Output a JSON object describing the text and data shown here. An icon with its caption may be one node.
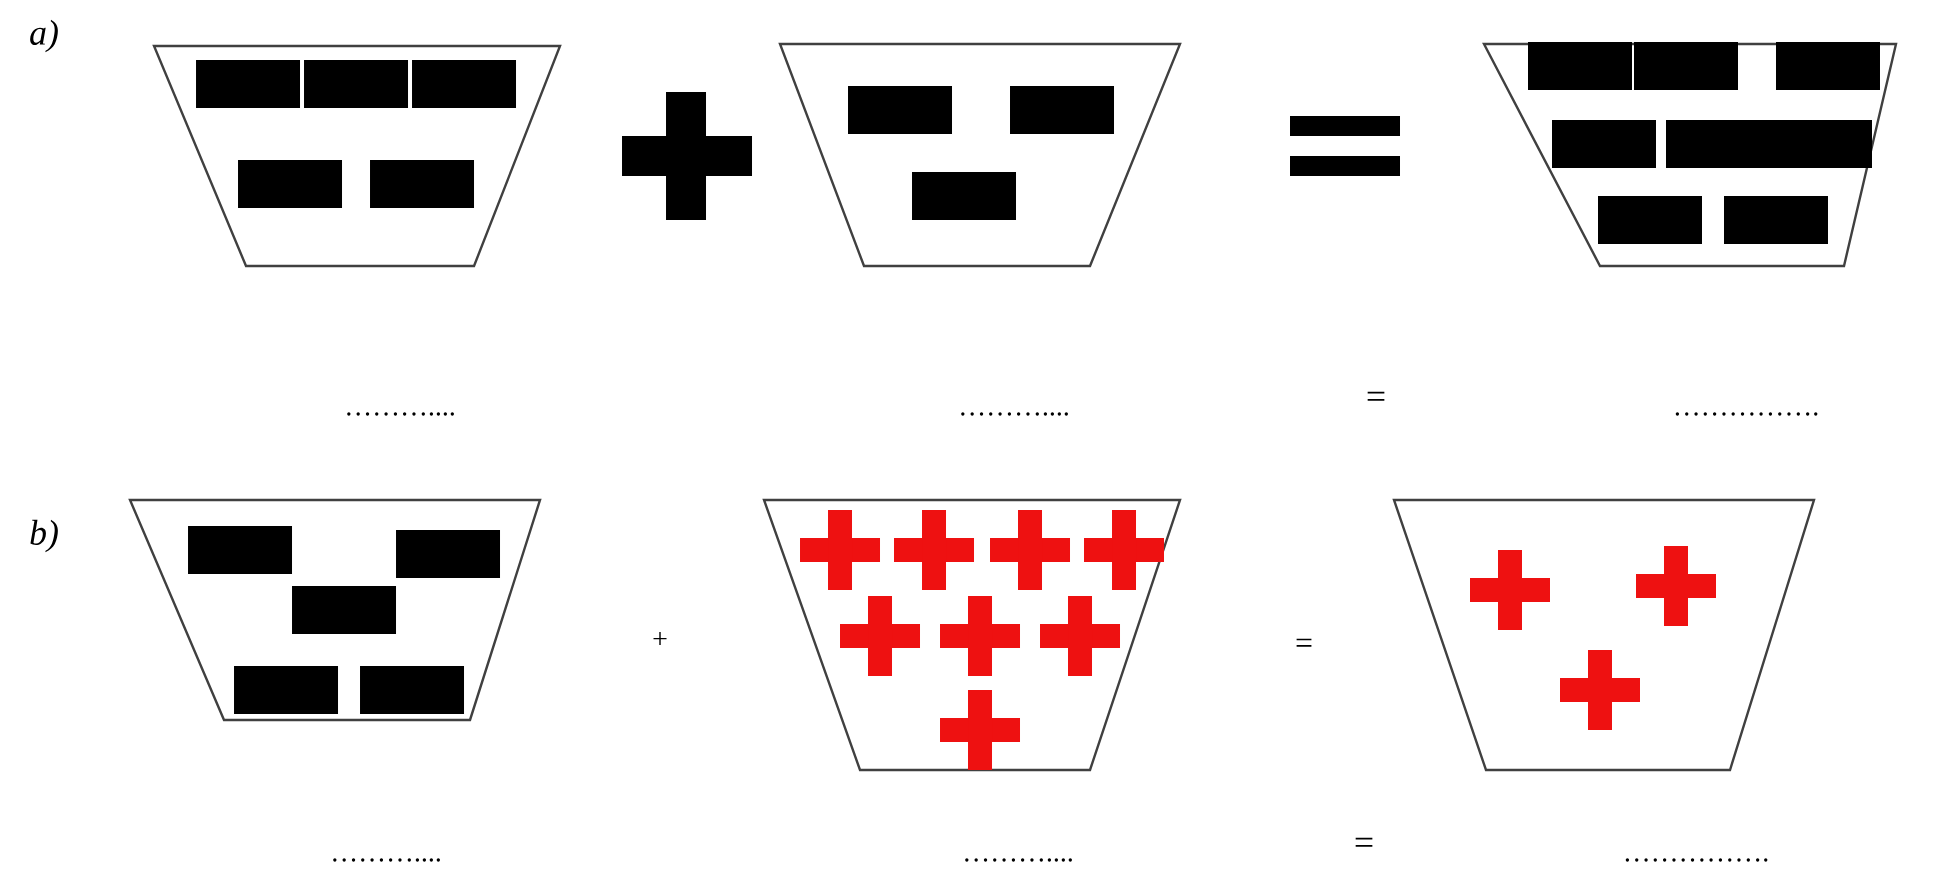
{
  "diagram": {
    "nodes": [
      {
        "text": [],
        "shape": "trapezoid"
      },
      {
        "text": [],
        "shape": "trapezoid"
      },
      {
        "text": [],
        "shape": "trapezoid"
      },
      {
        "text": [],
        "shape": "trapezoid"
      },
      {
        "text": [],
        "shape": "trapezoid"
      },
      {
        "text": [],
        "shape": "trapezoid"
      }
    ],
    "labels": [
      "a)",
      "………....",
      "………....",
      "=",
      "…………….",
      "b)",
      "+",
      "=",
      "………....",
      "………....",
      "=",
      "……………."
    ]
  }
}
